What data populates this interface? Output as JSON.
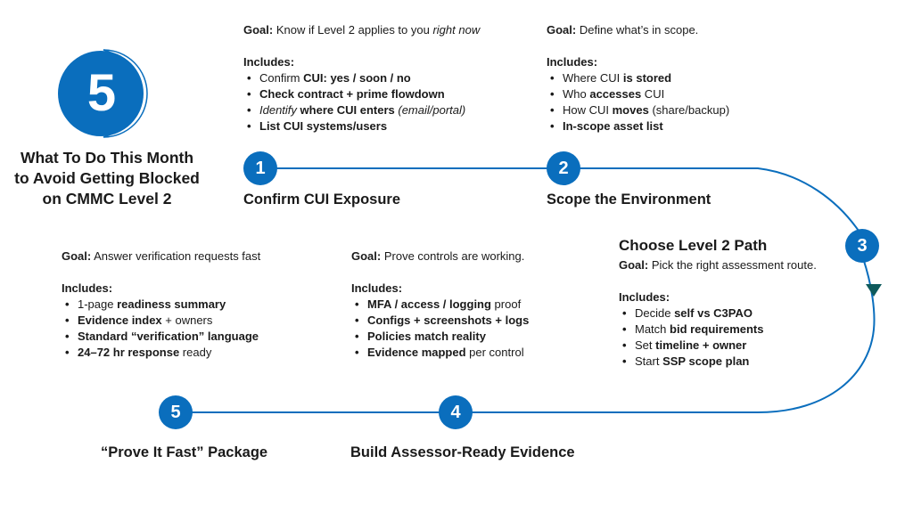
{
  "colors": {
    "accent": "#0a6ebd",
    "arrow": "#0e5a5c",
    "text": "#1a1a1a",
    "background": "#ffffff"
  },
  "hero": {
    "badge_number": "5",
    "title_lines": [
      "What To Do This Month",
      "to Avoid Getting Blocked",
      "on CMMC Level 2"
    ]
  },
  "steps": [
    {
      "number": "1",
      "title": "Confirm CUI Exposure",
      "goal_label": "Goal:",
      "goal": [
        {
          "t": " Know if Level 2 applies to you "
        },
        {
          "t": "right now",
          "s": "i"
        }
      ],
      "includes_label": "Includes:",
      "items": [
        [
          {
            "t": "Confirm "
          },
          {
            "t": "CUI: yes / soon / no",
            "s": "b"
          }
        ],
        [
          {
            "t": "Check contract + prime flowdown",
            "s": "b"
          }
        ],
        [
          {
            "t": "Identify",
            "s": "i"
          },
          {
            "t": " where CUI enters",
            "s": "b"
          },
          {
            "t": " "
          },
          {
            "t": "(email/portal)",
            "s": "i"
          }
        ],
        [
          {
            "t": "List CUI systems/users",
            "s": "b"
          }
        ]
      ]
    },
    {
      "number": "2",
      "title": "Scope the Environment",
      "goal_label": "Goal:",
      "goal": [
        {
          "t": " Define what’s in scope."
        }
      ],
      "includes_label": "Includes:",
      "items": [
        [
          {
            "t": "Where CUI "
          },
          {
            "t": "is stored",
            "s": "b"
          }
        ],
        [
          {
            "t": "Who "
          },
          {
            "t": "accesses",
            "s": "b"
          },
          {
            "t": " CUI"
          }
        ],
        [
          {
            "t": "How CUI "
          },
          {
            "t": "moves",
            "s": "b"
          },
          {
            "t": " (share/backup)"
          }
        ],
        [
          {
            "t": "In-scope asset list",
            "s": "b"
          }
        ]
      ]
    },
    {
      "number": "3",
      "title": "Choose Level 2 Path",
      "goal_label": "Goal:",
      "goal": [
        {
          "t": " Pick the right assessment route."
        }
      ],
      "includes_label": "Includes:",
      "items": [
        [
          {
            "t": "Decide "
          },
          {
            "t": "self vs C3PAO",
            "s": "b"
          }
        ],
        [
          {
            "t": "Match "
          },
          {
            "t": "bid requirements",
            "s": "b"
          }
        ],
        [
          {
            "t": "Set "
          },
          {
            "t": "timeline + owner",
            "s": "b"
          }
        ],
        [
          {
            "t": "Start "
          },
          {
            "t": "SSP scope plan",
            "s": "b"
          }
        ]
      ]
    },
    {
      "number": "4",
      "title": "Build Assessor-Ready Evidence",
      "goal_label": "Goal:",
      "goal": [
        {
          "t": " Prove controls are working."
        }
      ],
      "includes_label": "Includes:",
      "items": [
        [
          {
            "t": "MFA / access / logging",
            "s": "b"
          },
          {
            "t": " proof"
          }
        ],
        [
          {
            "t": "Configs + screenshots + logs",
            "s": "b"
          }
        ],
        [
          {
            "t": "Policies match reality",
            "s": "b"
          }
        ],
        [
          {
            "t": "Evidence mapped",
            "s": "b"
          },
          {
            "t": " per control"
          }
        ]
      ]
    },
    {
      "number": "5",
      "title": "“Prove It Fast” Package",
      "goal_label": "Goal:",
      "goal": [
        {
          "t": " Answer verification requests fast"
        }
      ],
      "includes_label": "Includes:",
      "items": [
        [
          {
            "t": "1-page "
          },
          {
            "t": "readiness summary",
            "s": "b"
          }
        ],
        [
          {
            "t": "Evidence index",
            "s": "b"
          },
          {
            "t": " + owners"
          }
        ],
        [
          {
            "t": "Standard “verification” language",
            "s": "b"
          }
        ],
        [
          {
            "t": "24–72 hr response",
            "s": "b"
          },
          {
            "t": " ready"
          }
        ]
      ]
    }
  ]
}
